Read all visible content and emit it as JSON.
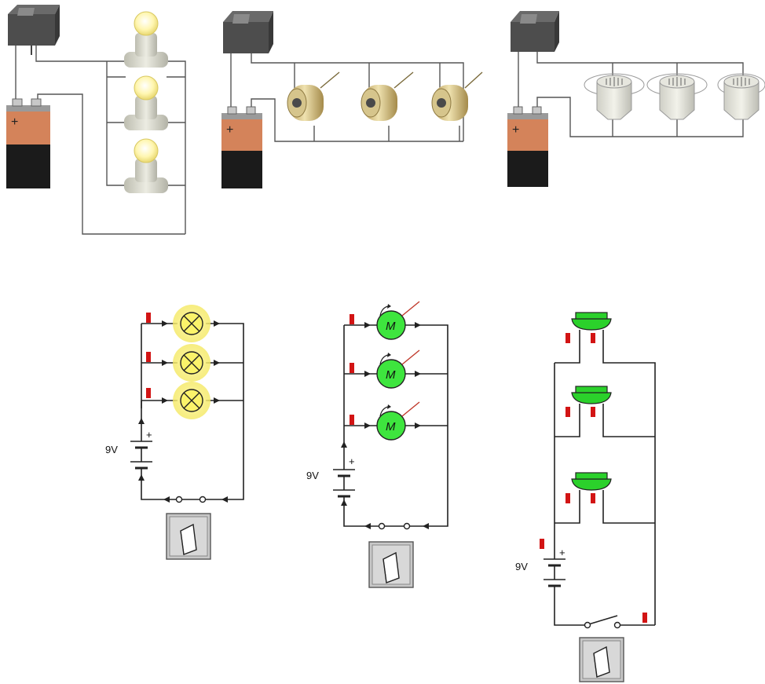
{
  "circuits": [
    {
      "id": "lamps",
      "voltage_label": "9V",
      "plus_label": "+",
      "load": "lamp",
      "load_count": 3,
      "switch_state": "closed"
    },
    {
      "id": "motors",
      "voltage_label": "9V",
      "plus_label": "+",
      "load": "motor",
      "load_count": 3,
      "motor_symbol": "M",
      "switch_state": "closed"
    },
    {
      "id": "buzzers",
      "voltage_label": "9V",
      "plus_label": "+",
      "load": "buzzer",
      "load_count": 3,
      "switch_state": "open"
    }
  ],
  "colors": {
    "wire": "#222222",
    "lamp_glow": "#f6ee7a",
    "lamp_body": "#fbf36a",
    "motor_fill": "#3ee53e",
    "buzzer_fill": "#2bd12b",
    "probe": "#d21414",
    "battery_top": "#d4835a",
    "battery_bottom": "#1b1b1b",
    "switch_box": "#c8c8c8"
  },
  "icons": [
    "rocker-switch-icon",
    "battery-9v-icon",
    "light-bulb-icon",
    "dc-motor-icon",
    "piezo-buzzer-icon"
  ]
}
